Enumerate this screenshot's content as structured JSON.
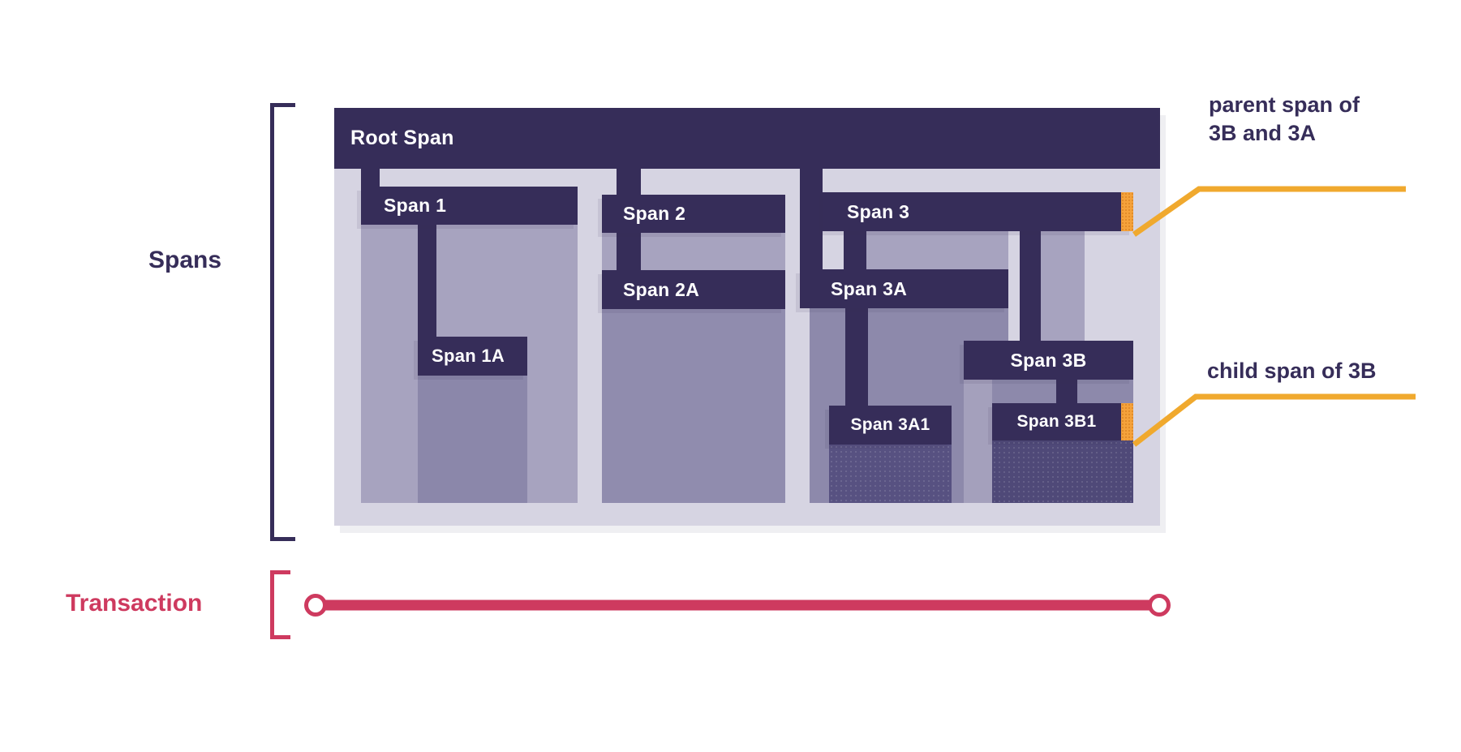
{
  "diagram": {
    "labels": {
      "root": "Root Span",
      "span1": "Span 1",
      "span1a": "Span 1A",
      "span2": "Span 2",
      "span2a": "Span 2A",
      "span3": "Span 3",
      "span3a": "Span 3A",
      "span3a1": "Span 3A1",
      "span3b": "Span 3B",
      "span3b1": "Span 3B1"
    },
    "side": {
      "spans": "Spans",
      "transaction": "Transaction"
    },
    "annotations": {
      "parent_line1": "parent span of",
      "parent_line2": "3B and 3A",
      "child": "child span of 3B"
    },
    "colors": {
      "dark_purple": "#362D59",
      "lavender": "#D6D4E2",
      "body_light": "#A7A3BF",
      "body_medium": "#8D89AB",
      "body_3a1": "#575181",
      "body_3b1": "#4F4978",
      "highlight_orange": "#F5A23B",
      "callout_yellow": "#F0A92E",
      "transaction_red": "#CE3A5F"
    }
  }
}
